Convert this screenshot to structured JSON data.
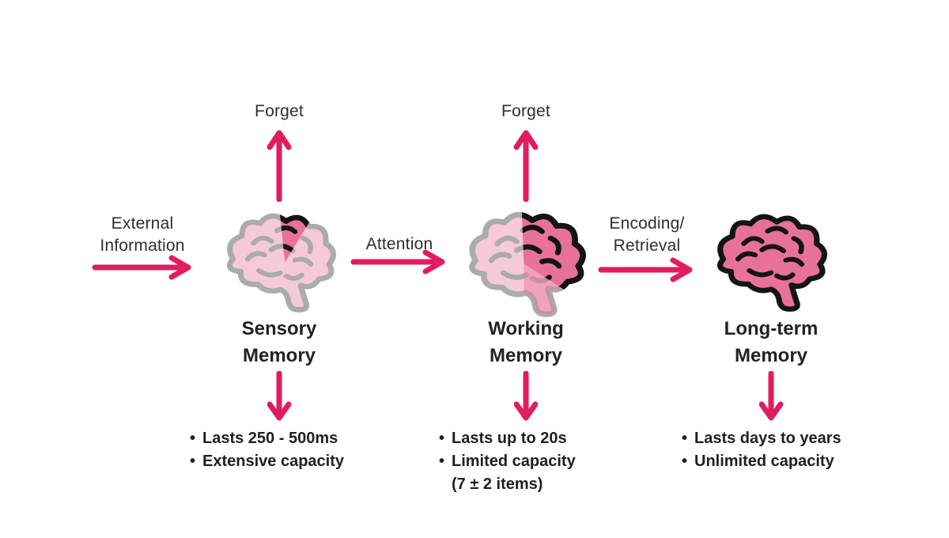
{
  "bullet_char": "•",
  "colors": {
    "arrow": "#E11D5F",
    "brain_light_fill": "#F5C9D9",
    "brain_light_outline": "#ABABAB",
    "brain_dark_fill": "#E8719C",
    "brain_dark_outline": "#141414",
    "text": "#2E2E2E",
    "background": "#FFFFFF"
  },
  "flows": [
    {
      "lines": [
        "External",
        "Information"
      ]
    },
    {
      "lines": [
        "Attention"
      ]
    },
    {
      "lines": [
        "Encoding/",
        "Retrieval"
      ]
    }
  ],
  "columns": [
    {
      "id": "sensory",
      "forget_label": "Forget",
      "name_lines": [
        "Sensory",
        "Memory"
      ],
      "bullets": [
        "Lasts 250 - 500ms",
        "Extensive capacity"
      ]
    },
    {
      "id": "working",
      "forget_label": "Forget",
      "name_lines": [
        "Working",
        "Memory"
      ],
      "bullets": [
        "Lasts up to 20s",
        "Limited capacity"
      ],
      "bullet_continuation": "(7 ± 2 items)"
    },
    {
      "id": "longterm",
      "name_lines": [
        "Long-term",
        "Memory"
      ],
      "bullets": [
        "Lasts days to years",
        "Unlimited capacity"
      ]
    }
  ]
}
